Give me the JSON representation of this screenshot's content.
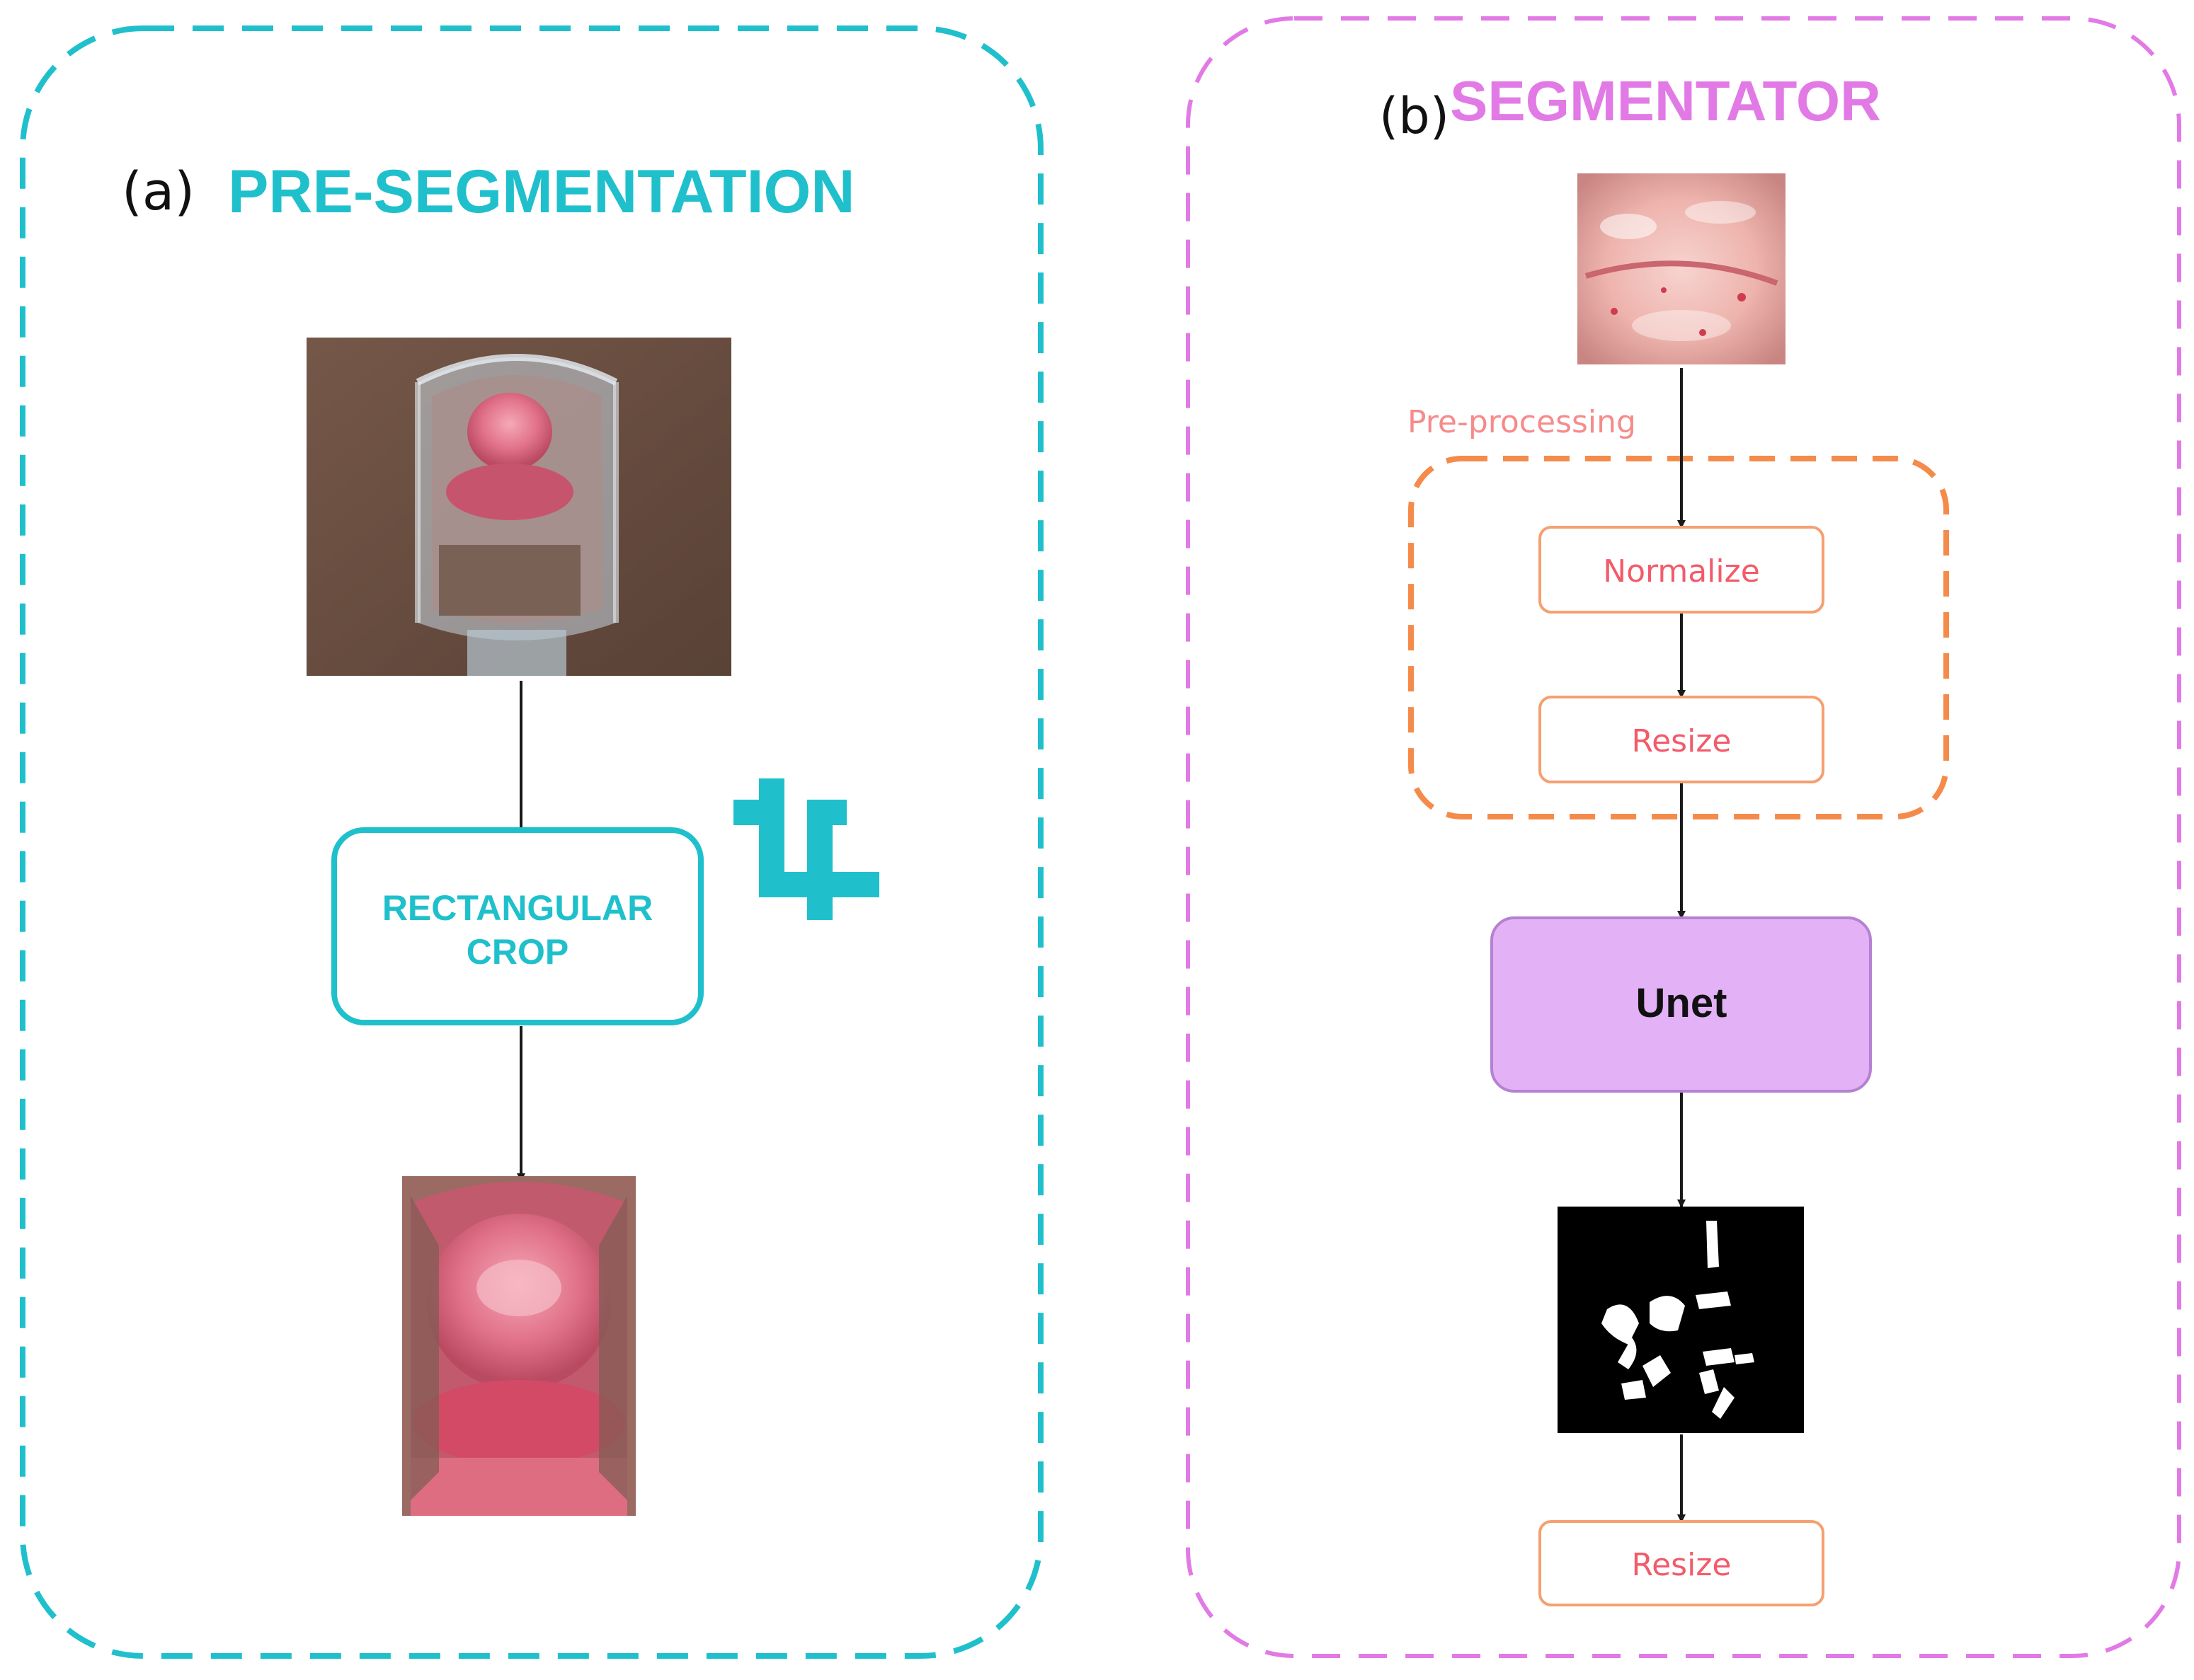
{
  "colors": {
    "panel_a": "#1fc0cc",
    "panel_b": "#e27ae6",
    "preproc": "#f58b4a",
    "step_text": "#f25b6a",
    "unet_fill": "#e3b1f5",
    "unet_stroke": "#b581d2",
    "arrow": "#1a1a1a"
  },
  "panel_a": {
    "letter": "(a)",
    "title": "PRE-SEGMENTATION",
    "crop_box": {
      "line1": "RECTANGULAR",
      "line2": "CROP"
    },
    "crop_icon": "crop-icon",
    "input_image": "colposcopy-image-with-speculum",
    "output_image": "cropped-cervix-image"
  },
  "panel_b": {
    "letter": "(b)",
    "title": "SEGMENTATOR",
    "input_image": "cropped-cervix-closeup-image",
    "preprocessing_label": "Pre-processing",
    "normalize_label": "Normalize",
    "resize_label_1": "Resize",
    "unet_label": "Unet",
    "mask_image": "binary-segmentation-mask",
    "resize_label_2": "Resize"
  }
}
